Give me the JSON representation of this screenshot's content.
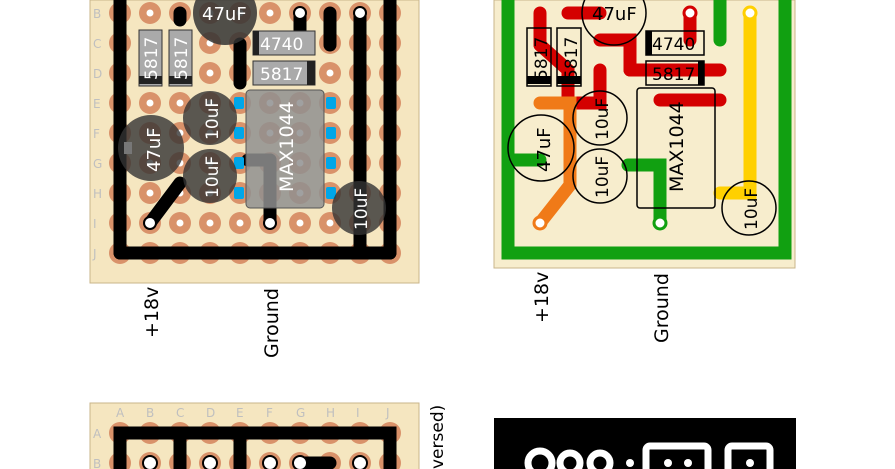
{
  "top_left": {
    "row_letters": [
      "B",
      "C",
      "D",
      "E",
      "F",
      "G",
      "H",
      "I",
      "J"
    ],
    "components": {
      "cap_47uf_top": "47uF",
      "cap_47uf_big": "47uF",
      "diode_a": "5817",
      "diode_b": "5817",
      "resistor_4740": "4740",
      "diode_5817_small": "5817",
      "ic": "MAX1044",
      "cap_10uf_a": "10uF",
      "cap_10uf_b": "10uF",
      "cap_10uf_c": "10uF"
    },
    "labels": {
      "plus": "+18v",
      "ground": "Ground"
    }
  },
  "top_right": {
    "components": {
      "cap_47uf_top": "47uF",
      "cap_47uf_big": "47uF",
      "diode_a": "5817",
      "diode_b": "5817",
      "resistor_4740": "4740",
      "diode_5817_small": "5817",
      "ic": "MAX1044",
      "cap_10uf_a": "10uF",
      "cap_10uf_b": "10uF",
      "cap_10uf_c": "10uF"
    },
    "labels": {
      "plus": "+18v",
      "ground": "Ground"
    }
  },
  "bottom_left": {
    "col_letters": [
      "A",
      "B",
      "C",
      "D",
      "E",
      "F",
      "G",
      "H",
      "I",
      "J"
    ],
    "row_letters": [
      "A",
      "B"
    ],
    "side_note": "versed)"
  },
  "colors": {
    "board": "#f5e6c0",
    "pad": "#d9926a",
    "trace": "#000000",
    "ic_body": "#9a9a9a",
    "green": "#11a011",
    "red": "#d40000",
    "orange": "#f07a18",
    "yellow": "#ffd000",
    "blue_pin": "#00a6e8"
  }
}
